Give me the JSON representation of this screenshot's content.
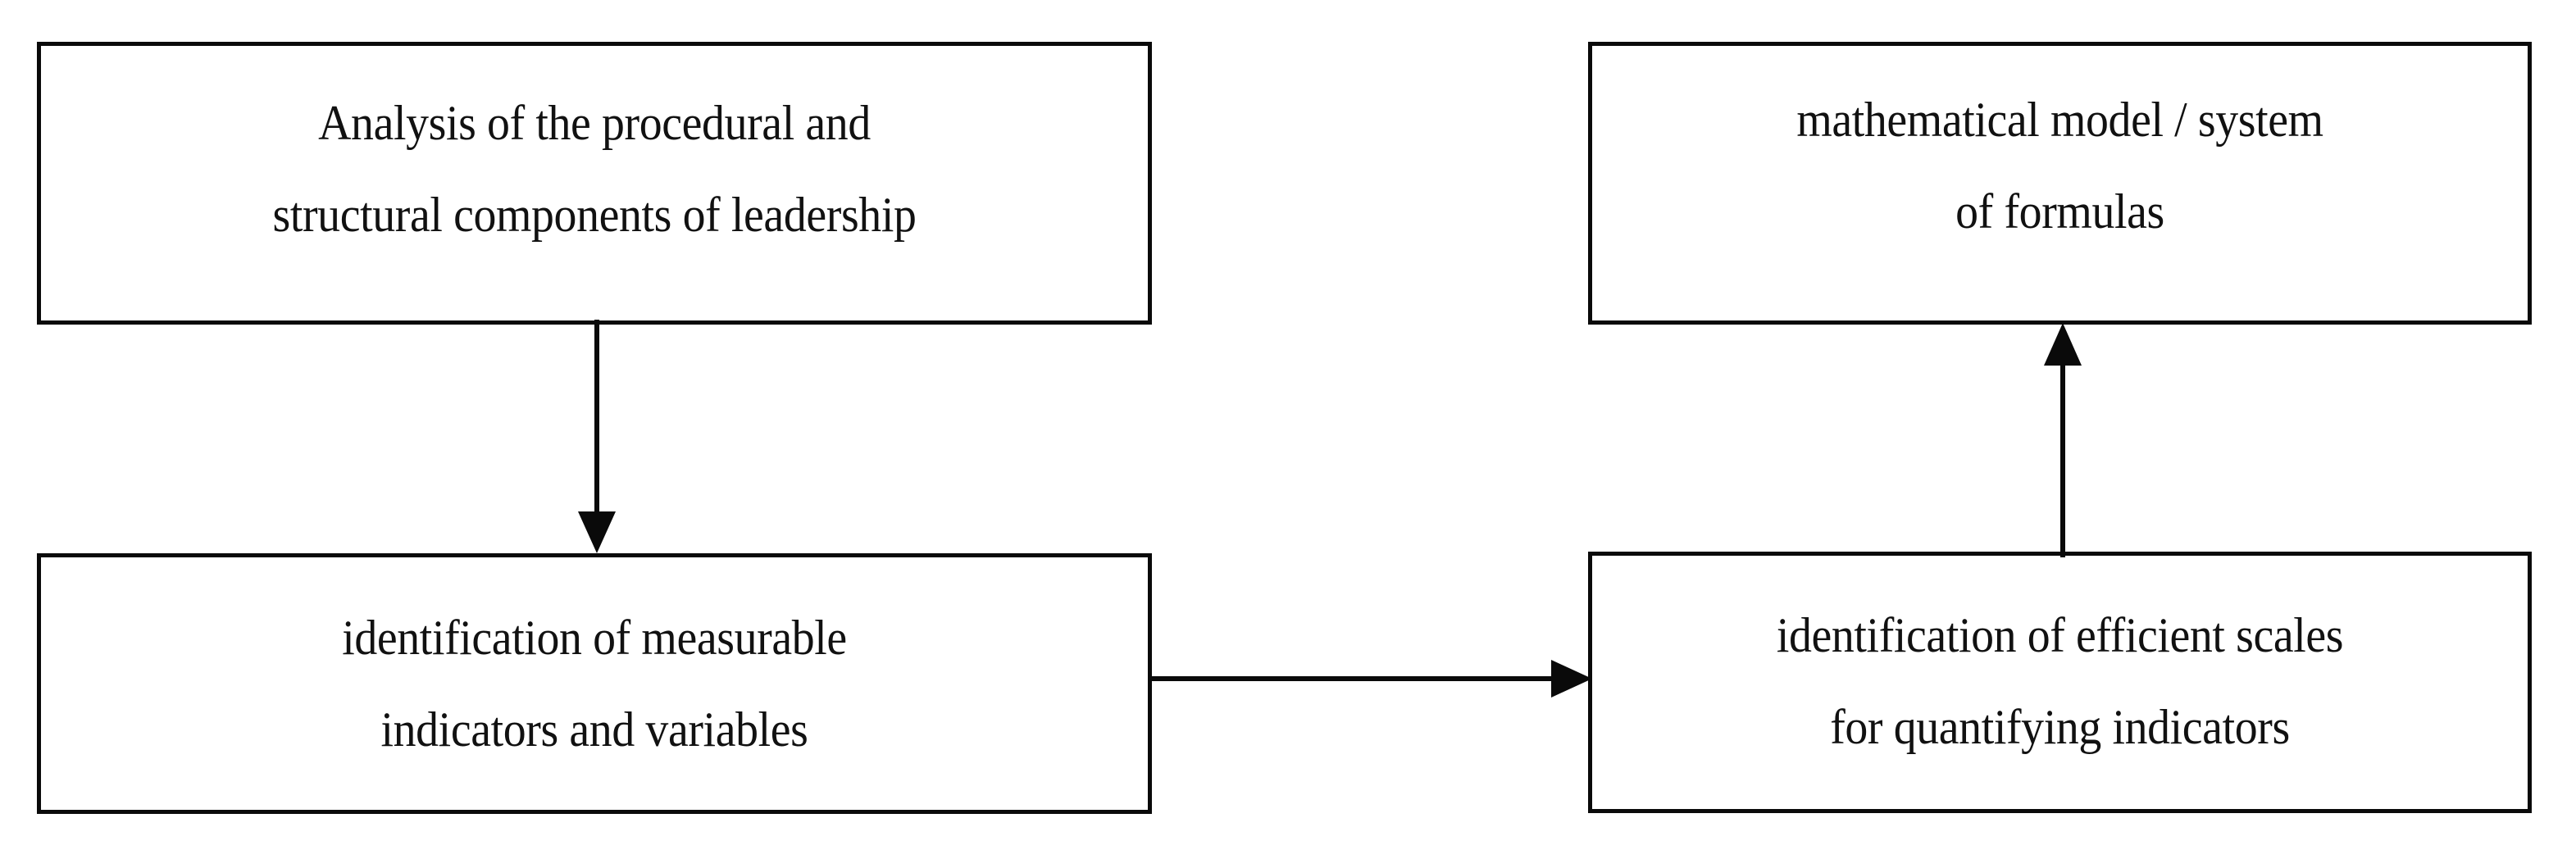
{
  "diagram": {
    "background_color": "#ffffff",
    "stroke_color": "#0a0a0a",
    "text_color": "#111111",
    "nodes": [
      {
        "id": "analysis",
        "name": "analysis-node",
        "lines": [
          "Analysis of the procedural and",
          "structural components of leadership"
        ]
      },
      {
        "id": "model",
        "name": "model-node",
        "lines": [
          "mathematical model / system",
          "of formulas"
        ]
      },
      {
        "id": "indicators",
        "name": "indicators-node",
        "lines": [
          "identification of measurable",
          "indicators and variables"
        ]
      },
      {
        "id": "scales",
        "name": "scales-node",
        "lines": [
          "identification of efficient scales",
          "for quantifying indicators"
        ]
      }
    ],
    "edges": [
      {
        "id": "analysis-to-indicators",
        "from": "analysis",
        "to": "indicators",
        "direction": "down",
        "label": ""
      },
      {
        "id": "indicators-to-scales",
        "from": "indicators",
        "to": "scales",
        "direction": "right",
        "label": ""
      },
      {
        "id": "scales-to-model",
        "from": "scales",
        "to": "model",
        "direction": "up",
        "label": ""
      }
    ]
  }
}
